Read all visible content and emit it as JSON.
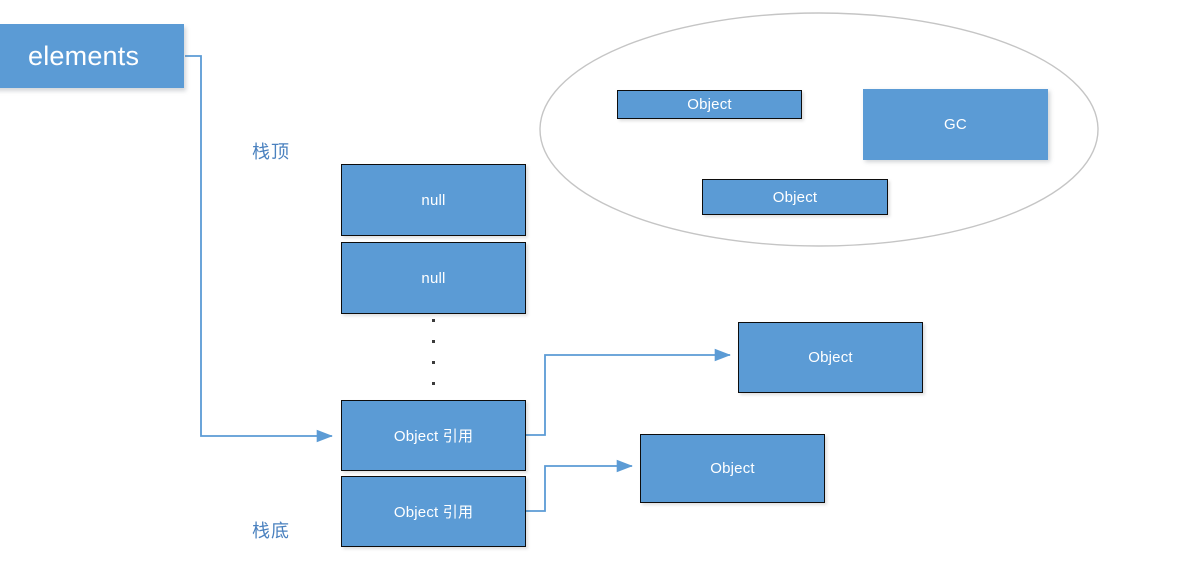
{
  "diagram": {
    "title": "Java Stack elements array and GC heap reference diagram",
    "colors": {
      "box_fill": "#5B9BD5",
      "box_border": "#0d0d0d",
      "connector": "#5B9BD5",
      "label_text": "#4A81BF",
      "ellipse_stroke": "#BFBFBF",
      "box_text": "#FFFFFF",
      "background": "#FFFFFF"
    },
    "elements_box": {
      "label": "elements"
    },
    "labels": {
      "stack_top": "栈顶",
      "stack_bottom": "栈底"
    },
    "stack_slots": [
      {
        "label": "null"
      },
      {
        "label": "null"
      },
      {
        "label": "Object 引用"
      },
      {
        "label": "Object 引用"
      }
    ],
    "ellipsis_dots": 4,
    "heap_region": {
      "shape": "ellipse",
      "items": [
        {
          "label": "Object"
        },
        {
          "label": "GC"
        },
        {
          "label": "Object"
        }
      ]
    },
    "referenced_objects": [
      {
        "label": "Object"
      },
      {
        "label": "Object"
      }
    ],
    "connectors": [
      {
        "from": "elements",
        "to": "stack-slot-3",
        "arrow": true
      },
      {
        "from": "stack-slot-3",
        "to": "referenced-object-1",
        "arrow": true
      },
      {
        "from": "stack-slot-4",
        "to": "referenced-object-2",
        "arrow": true
      }
    ]
  }
}
